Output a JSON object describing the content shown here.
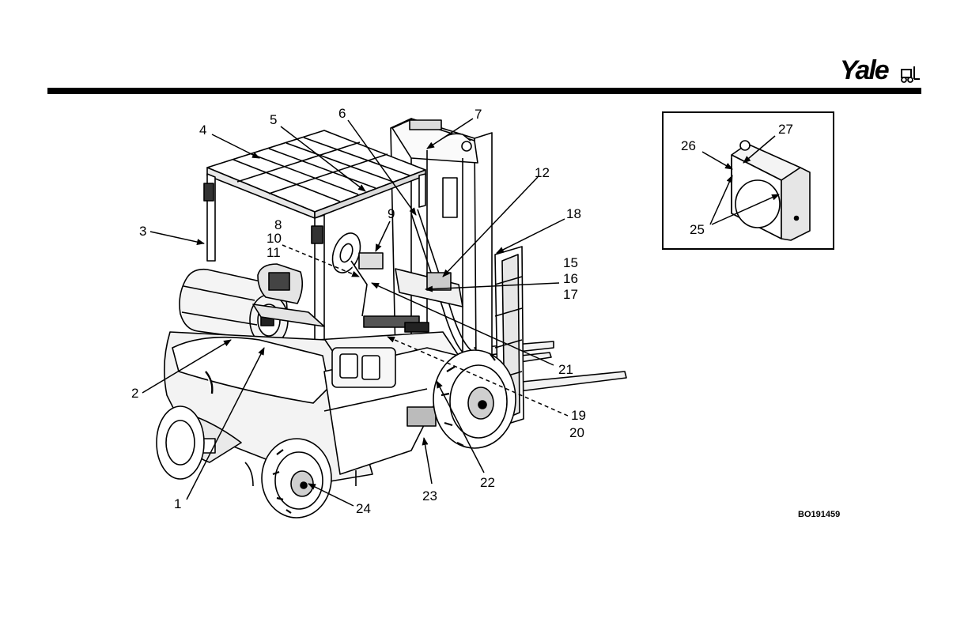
{
  "header": {
    "brand": "Yale"
  },
  "figure": {
    "document_id": "BO191459",
    "callouts": [
      {
        "id": "c1",
        "label": "1"
      },
      {
        "id": "c2",
        "label": "2"
      },
      {
        "id": "c3",
        "label": "3"
      },
      {
        "id": "c4",
        "label": "4"
      },
      {
        "id": "c5",
        "label": "5"
      },
      {
        "id": "c6",
        "label": "6"
      },
      {
        "id": "c7",
        "label": "7"
      },
      {
        "id": "c8",
        "label": "8"
      },
      {
        "id": "c9",
        "label": "9"
      },
      {
        "id": "c10",
        "label": "10"
      },
      {
        "id": "c11",
        "label": "11"
      },
      {
        "id": "c12",
        "label": "12"
      },
      {
        "id": "c15",
        "label": "15"
      },
      {
        "id": "c16",
        "label": "16"
      },
      {
        "id": "c17",
        "label": "17"
      },
      {
        "id": "c18",
        "label": "18"
      },
      {
        "id": "c19",
        "label": "19"
      },
      {
        "id": "c20",
        "label": "20"
      },
      {
        "id": "c21",
        "label": "21"
      },
      {
        "id": "c22",
        "label": "22"
      },
      {
        "id": "c23",
        "label": "23"
      },
      {
        "id": "c24",
        "label": "24"
      },
      {
        "id": "c25",
        "label": "25"
      },
      {
        "id": "c26",
        "label": "26"
      },
      {
        "id": "c27",
        "label": "27"
      }
    ]
  }
}
